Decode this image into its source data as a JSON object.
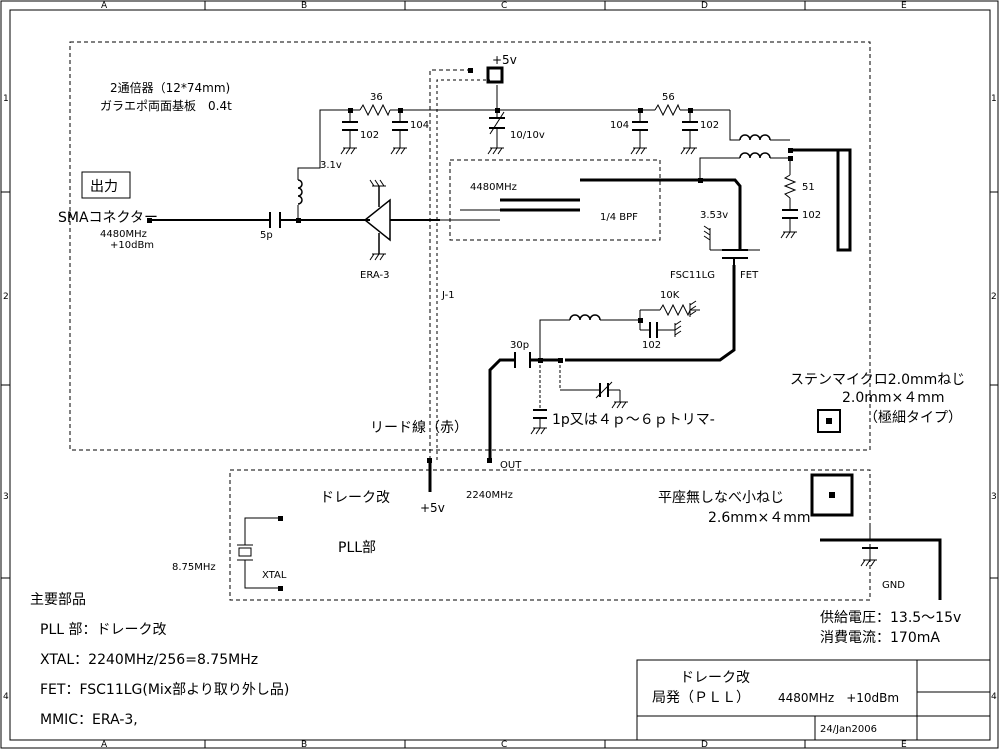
{
  "sheet": {
    "columns": [
      "A",
      "B",
      "C",
      "D",
      "E"
    ],
    "rows": [
      "1",
      "2",
      "3",
      "4"
    ]
  },
  "board": {
    "title_line1": "2通倍器（12*74mm)",
    "title_line2": "ガラエポ両面基板　0.4t",
    "output_box": "出力",
    "connector": "SMAコネクター",
    "out_freq": "4480MHz",
    "out_level": "+10dBm"
  },
  "parts": {
    "r36": "36",
    "c102_a": "102",
    "c104_a": "104",
    "vcc": "+5v",
    "trimmer_cap": "10/10v",
    "c104_b": "104",
    "r56": "56",
    "c102_b": "102",
    "v31": "3.1v",
    "cap5p": "5p",
    "mmic": "ERA-3",
    "bpf_freq": "4480MHz",
    "bpf_name": "1/4 BPF",
    "r51": "51",
    "c102_c": "102",
    "v353": "3.53v",
    "fet_name": "FSC11LG",
    "fet_label": "FET",
    "jumper": "J-1",
    "r10k": "10K",
    "c102_d": "102",
    "cap30p": "30p",
    "trimmer_note": "1p又は４ｐ～６ｐトリマ-",
    "lead_wire": "リード線（赤）",
    "out_label": "OUT",
    "in_freq": "2240MHz",
    "pll_vcc": "+5v"
  },
  "screws": {
    "micro_line1": "ステンマイクロ2.0mmねじ",
    "micro_line2": "2.0mm×４mm",
    "micro_line3": "（極細タイプ）",
    "flat_line1": "平座無しなべ小ねじ",
    "flat_line2": "2.6mm×４mm"
  },
  "pll": {
    "drake": "ドレーク改",
    "name": "PLL部",
    "xtal_freq": "8.75MHz",
    "xtal": "XTAL",
    "gnd": "GND"
  },
  "supply": {
    "voltage": "供給電圧：13.5～15v",
    "current": "消費電流：170mA"
  },
  "parts_list": {
    "heading": "主要部品",
    "items": [
      "PLL 部：ドレーク改",
      "XTAL：2240MHz/256=8.75MHz",
      "FET：FSC11LG(Mix部より取り外し品)",
      "MMIC：ERA-3,"
    ]
  },
  "title_block": {
    "line1": "ドレーク改",
    "line2_a": "局発（ＰＬＬ）",
    "line2_b": "4480MHz　+10dBm",
    "date": "24/Jan2006"
  }
}
